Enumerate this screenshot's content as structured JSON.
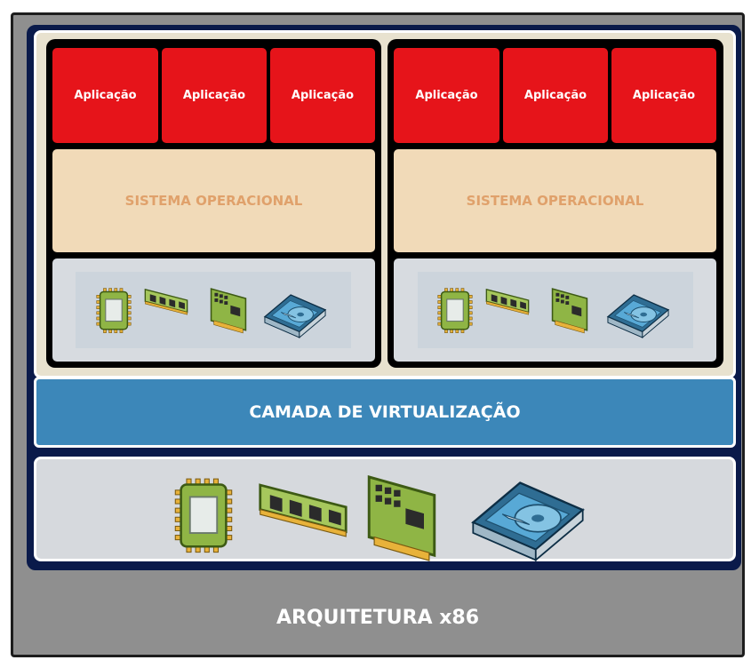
{
  "vms": [
    {
      "apps": [
        "Aplicação",
        "Aplicação",
        "Aplicação"
      ],
      "os": "SISTEMA OPERACIONAL"
    },
    {
      "apps": [
        "Aplicação",
        "Aplicação",
        "Aplicação"
      ],
      "os": "SISTEMA OPERACIONAL"
    }
  ],
  "virtualization_layer": "CAMADA DE VIRTUALIZAÇÃO",
  "architecture": "ARQUITETURA x86",
  "hardware_icons": [
    "cpu-chip-icon",
    "memory-module-icon",
    "network-card-icon",
    "hard-disk-icon"
  ],
  "colors": {
    "application": "#e6141a",
    "operating_system": "#f1dab8",
    "os_text": "#e0a16b",
    "virtualization": "#3c87b9",
    "architecture": "#8f8f8f",
    "platform_border": "#0a1a4a"
  }
}
